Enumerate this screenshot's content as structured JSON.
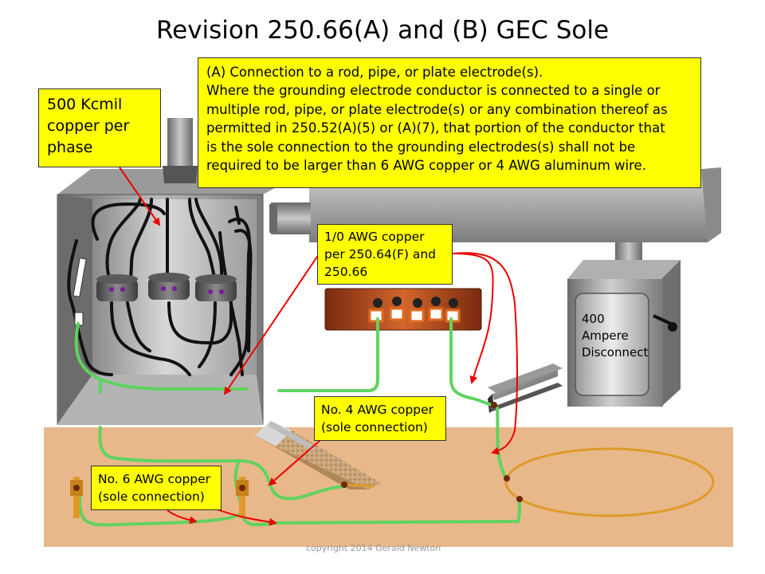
{
  "title": "Revision  250.66(A) and (B) GEC Sole",
  "rule_callout": {
    "lines": [
      "(A)  Connection to a rod, pipe, or plate electrode(s).",
      "Where the grounding electrode  conductor is connected to a single or",
      "multiple rod, pipe, or plate electrode(s)  or any combination thereof as",
      "permitted in 250.52(A)(5) or (A)(7), that portion of the conductor that",
      "is the sole connection to the grounding electrodes(s)  shall not be",
      "required to be larger than 6 AWG copper or 4 AWG aluminum wire."
    ]
  },
  "kcmil_callout": {
    "lines": [
      "500 Kcmil",
      "copper per",
      "phase"
    ]
  },
  "awg10_callout": {
    "lines": [
      "1/0 AWG copper",
      "per 250.64(F) and",
      "250.66"
    ]
  },
  "awg4_callout": {
    "lines": [
      "No. 4 AWG copper",
      "(sole connection)"
    ]
  },
  "awg6_callout": {
    "lines": [
      "No. 6 AWG copper",
      "(sole connection)"
    ]
  },
  "disconnect": {
    "lines": [
      "400",
      "Ampere",
      "Disconnect"
    ]
  },
  "copyright": "copyright 2014 Gerald Newton",
  "colors": {
    "callout_fill": "#ffff00",
    "wire_green": "#5fd35f",
    "arrow_red": "#ee0000",
    "ground_tan": "#e8b88a",
    "loop_orange": "#e09a2a",
    "busbar_orange": "#c8501e",
    "enclosure_gray": "#8c8c8c"
  }
}
